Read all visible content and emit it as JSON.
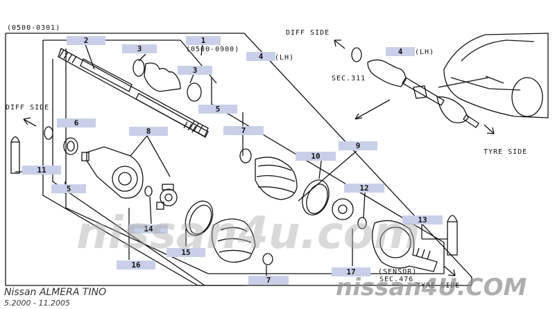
{
  "header": {
    "range_top_left": "(0500-0301)",
    "range_part1": "(0500-0900)"
  },
  "labels": {
    "diff_side_left": "DIFF SIDE",
    "diff_side_top": "DIFF SIDE",
    "tyre_side_top": "TYRE SIDE",
    "tyre_side_bottom": "TYRE SIDE",
    "sec311": "SEC.311",
    "sensor": "(SENSOR)",
    "sec476": "SEC.476",
    "lh_main": "(LH)",
    "lh_inset": "(LH)"
  },
  "callouts": {
    "c1": "1",
    "c2": "2",
    "c3a": "3",
    "c3b": "3",
    "c4_main": "4",
    "c4_inset": "4",
    "c5a": "5",
    "c5b": "5",
    "c6": "6",
    "c7a": "7",
    "c7b": "7",
    "c8": "8",
    "c9": "9",
    "c10": "10",
    "c11": "11",
    "c12": "12",
    "c13": "13",
    "c14": "14",
    "c15": "15",
    "c16": "16",
    "c17": "17"
  },
  "footer": {
    "model": "Nissan ALMERA TINO",
    "dates": "5.2000 - 11.2005"
  },
  "watermark": {
    "center": "nissan4u.com",
    "bottom_right": "nissan4U.COM"
  },
  "colors": {
    "callout_bg": "#c9cfe8",
    "line": "#111111",
    "watermark": "#aaaaaa"
  }
}
